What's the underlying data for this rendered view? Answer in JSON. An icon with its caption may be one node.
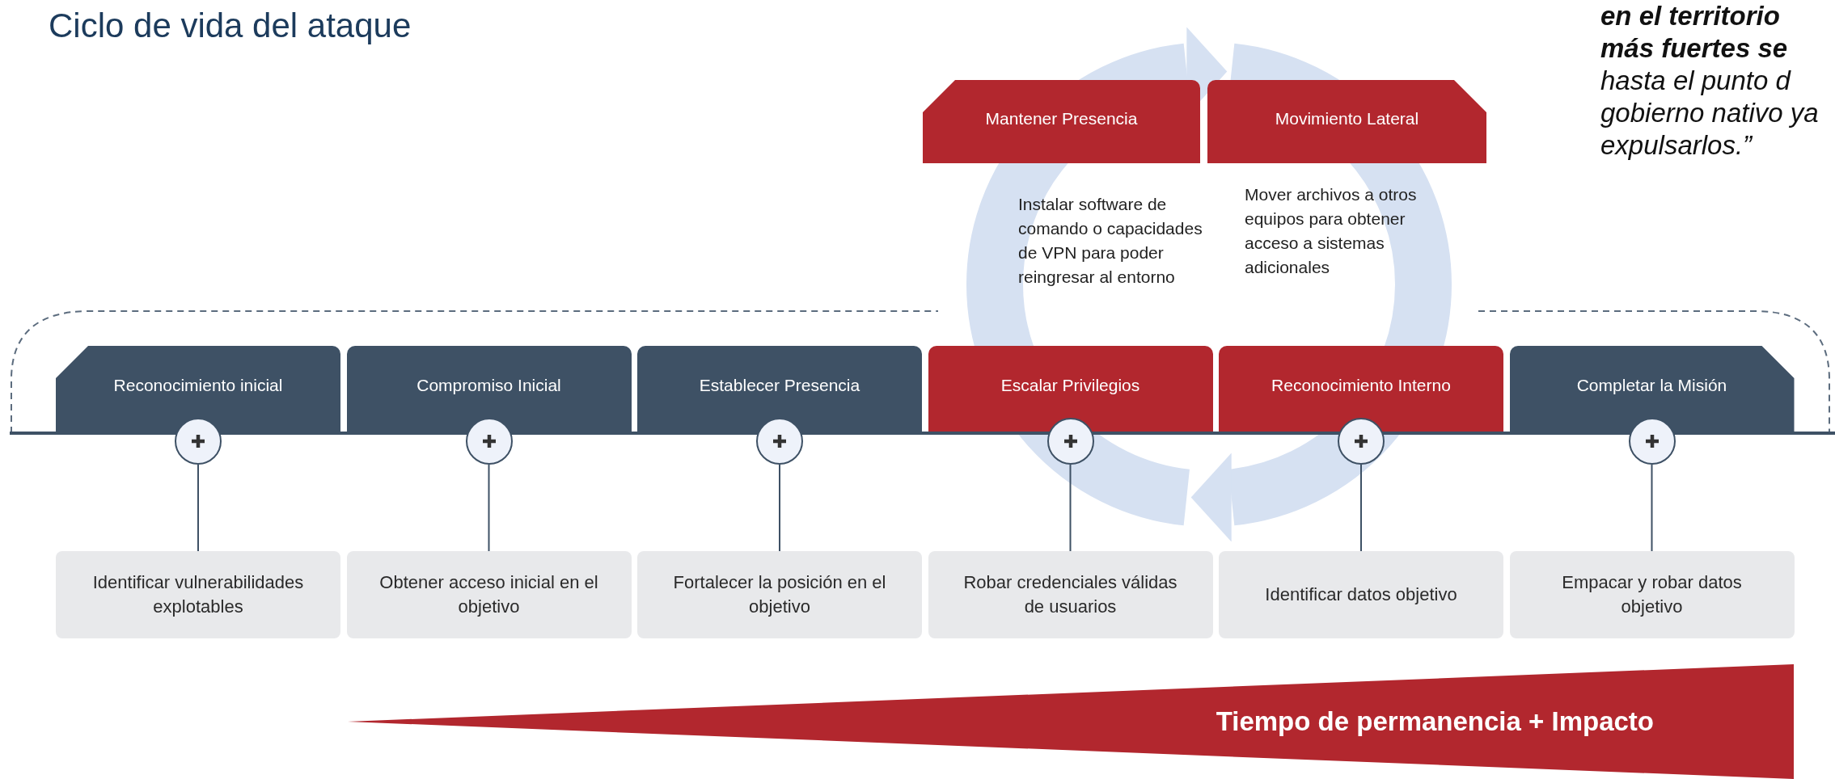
{
  "diagram": {
    "title": "Ciclo de vida del ataque",
    "nodes": [
      {
        "text": [
          "Mantener Presencia"
        ],
        "beside": [
          "Instalar software de comando o capacidades de VPN para poder reingresar al entorno"
        ]
      },
      {
        "text": [
          "Movimiento Lateral"
        ],
        "beside": [
          "Mover archivos a otros equipos para obtener acceso a sistemas adicionales"
        ]
      },
      {
        "text": [
          "Reconocimiento inicial"
        ]
      },
      {
        "text": [
          "Compromiso Inicial"
        ]
      },
      {
        "text": [
          "Establecer Presencia"
        ]
      },
      {
        "text": [
          "Escalar Privilegios"
        ]
      },
      {
        "text": [
          "Reconocimiento Interno"
        ]
      },
      {
        "text": [
          "Completar la Misión"
        ]
      },
      {
        "text": [],
        "shape": "circle"
      },
      {
        "text": [],
        "shape": "circle"
      },
      {
        "text": [],
        "shape": "circle"
      },
      {
        "text": [],
        "shape": "circle"
      },
      {
        "text": [],
        "shape": "circle"
      },
      {
        "text": [],
        "shape": "circle"
      },
      {
        "text": [
          "Identificar vulnerabilidades explotables"
        ]
      },
      {
        "text": [
          "Obtener acceso inicial en el objetivo"
        ]
      },
      {
        "text": [
          "Fortalecer la posición en el objetivo"
        ]
      },
      {
        "text": [
          "Robar credenciales válidas de usuarios"
        ]
      },
      {
        "text": [
          "Identificar datos objetivo"
        ]
      },
      {
        "text": [
          "Empacar y robar datos objetivo"
        ]
      },
      {
        "text": [
          "Tiempo de permanencia + Impacto"
        ]
      }
    ],
    "edges": [
      {
        "from": 8,
        "to": 14,
        "arrow": "none"
      },
      {
        "from": 9,
        "to": 15,
        "arrow": "none"
      },
      {
        "from": 10,
        "to": 16,
        "arrow": "none"
      },
      {
        "from": 11,
        "to": 17,
        "arrow": "none"
      },
      {
        "from": 12,
        "to": 18,
        "arrow": "none"
      },
      {
        "from": 13,
        "to": 19,
        "arrow": "none"
      }
    ],
    "labels": [
      "**en el territorio más fuertes se** hasta el punto d gobierno nativo ya expulsarlos.”"
    ]
  }
}
